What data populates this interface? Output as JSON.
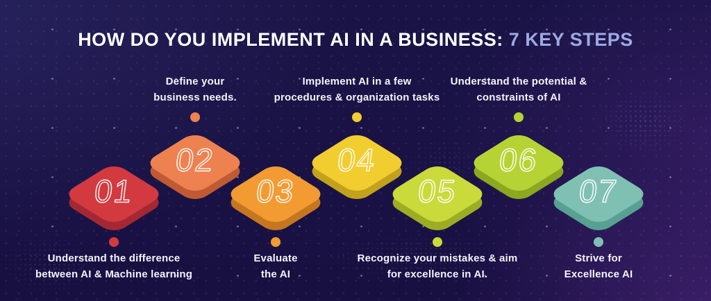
{
  "title": {
    "main": "HOW DO YOU IMPLEMENT AI IN A BUSINESS: ",
    "highlight": "7 KEY STEPS"
  },
  "colors": {
    "background": "#1a1446",
    "title_main": "#ffffff",
    "title_highlight": "#9ea9e2",
    "label_text": "#f5f3fb"
  },
  "steps": [
    {
      "number": "01",
      "label": "Understand the difference\nbetween AI & Machine learning",
      "label_position": "below",
      "top_color": "#d23a40",
      "side_color": "#a42833",
      "dot_color": "#d23a40"
    },
    {
      "number": "02",
      "label": "Define your\nbusiness needs.",
      "label_position": "above",
      "top_color": "#ee8150",
      "side_color": "#c05a34",
      "dot_color": "#ee8150"
    },
    {
      "number": "03",
      "label": "Evaluate\nthe AI",
      "label_position": "below",
      "top_color": "#f29b33",
      "side_color": "#c6761f",
      "dot_color": "#f29b33"
    },
    {
      "number": "04",
      "label": "Implement AI in a few\nprocedures & organization tasks",
      "label_position": "above",
      "top_color": "#f1cd30",
      "side_color": "#c2a11d",
      "dot_color": "#f1cd30"
    },
    {
      "number": "05",
      "label": "Recognize your mistakes & aim\nfor excellence in AI.",
      "label_position": "below",
      "top_color": "#c9da3a",
      "side_color": "#9cad24",
      "dot_color": "#c9da3a"
    },
    {
      "number": "06",
      "label": "Understand the potential &\nconstraints of AI",
      "label_position": "above",
      "top_color": "#b5d334",
      "side_color": "#8ba820",
      "dot_color": "#b5d334"
    },
    {
      "number": "07",
      "label": "Strive for\nExcellence AI",
      "label_position": "below",
      "top_color": "#7fc0b3",
      "side_color": "#57a092",
      "dot_color": "#7fc0b3"
    }
  ]
}
